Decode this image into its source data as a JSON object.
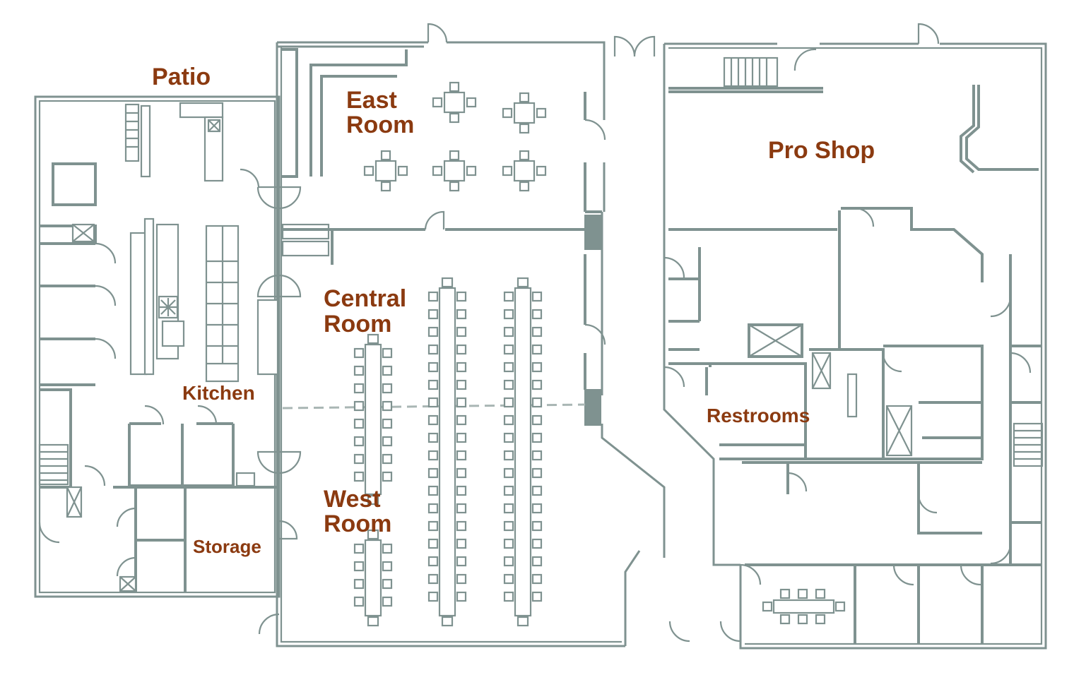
{
  "colors": {
    "wall": "#7f9290",
    "label": "#8b3a10",
    "background": "#ffffff"
  },
  "rooms": {
    "patio": "Patio",
    "east_room_line1": "East",
    "east_room_line2": "Room",
    "pro_shop": "Pro Shop",
    "central_room_line1": "Central",
    "central_room_line2": "Room",
    "kitchen": "Kitchen",
    "restrooms": "Restrooms",
    "west_room_line1": "West",
    "west_room_line2": "Room",
    "storage": "Storage"
  }
}
